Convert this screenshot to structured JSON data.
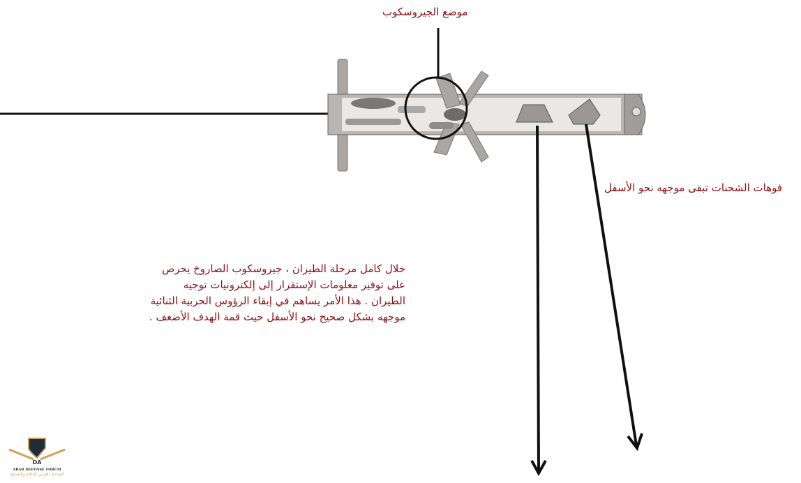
{
  "labels": {
    "gyro_position": "موضع الجيروسكوب",
    "warheads_down": "فوهات الشحنات تبقى موجهه نحو الأسفل"
  },
  "description_lines": [
    "خلال كامل  مرحلة الطيران ، جيروسكوب الصاروخ يحرص",
    "على توفير معلومات الإستقرار إلى إلكترونيات توجيه",
    "الطيران . هذا الأمر يساهم في إبقاء الرؤوس الحربية الثنائية",
    "موجهه بشكل صحيح نحو الأسفل حيث قمة الهدف الأضعف ."
  ],
  "logo": {
    "initials": "DA",
    "english": "ARAB DEFENSE FORUM",
    "arabic": "المنتدى العربي للدفاع والتسليح"
  },
  "colors": {
    "text": "#8a0f12",
    "missile": "#a9a6a4",
    "line": "#111111",
    "gold": "#c9a35a"
  }
}
